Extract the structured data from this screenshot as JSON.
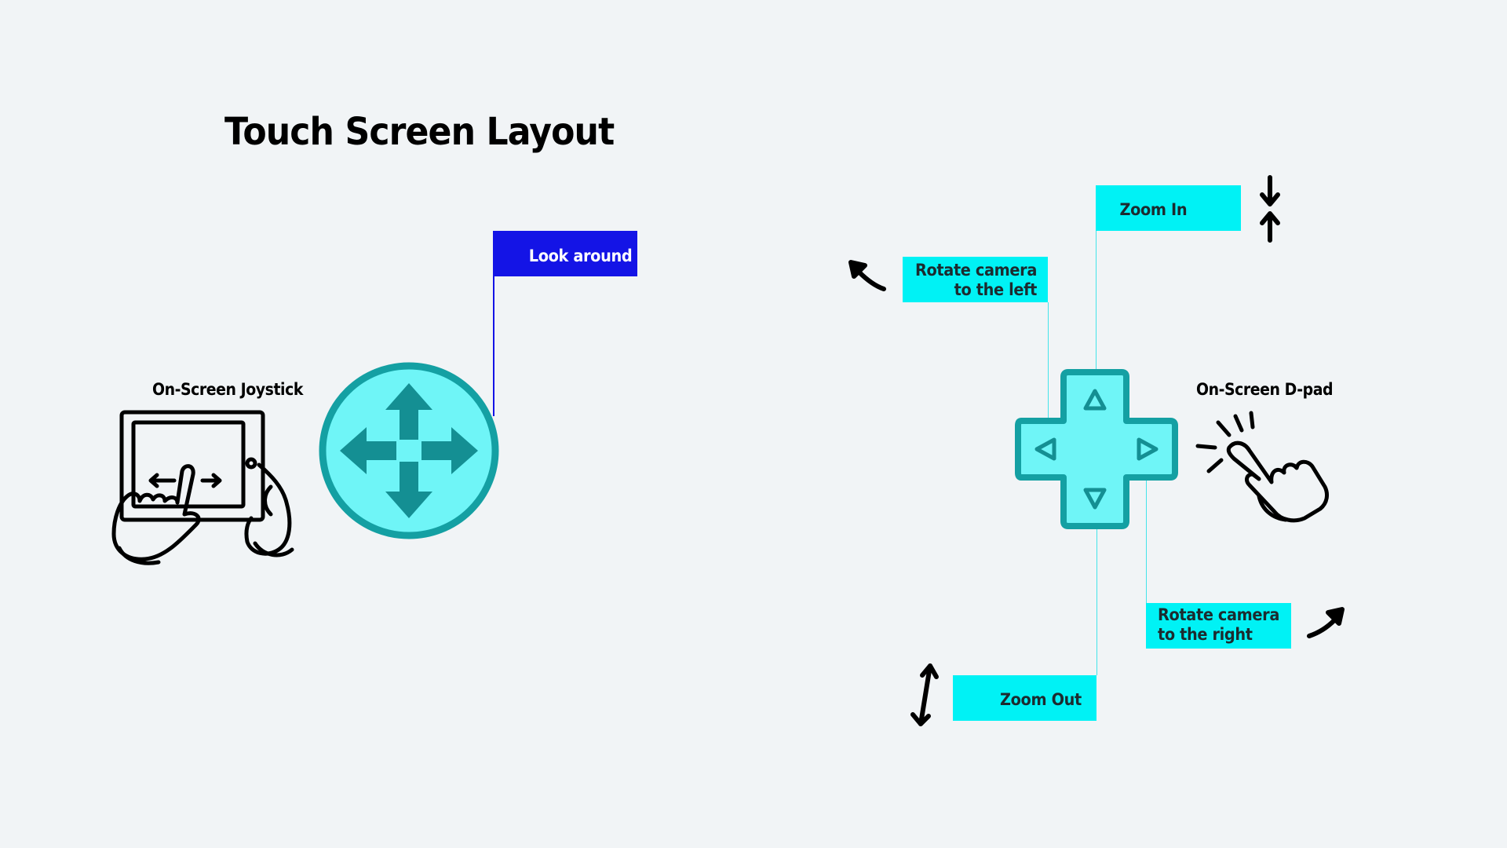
{
  "title": "Touch Screen Layout",
  "left_panel": {
    "caption": "On-Screen Joystick",
    "tag_label": "Look around",
    "tag_color": "#1414e6",
    "icons": [
      "tablet-hands-icon",
      "joystick-icon"
    ]
  },
  "right_panel": {
    "caption": "On-Screen D-pad",
    "tags": {
      "zoom_in": "Zoom In",
      "rotate_left_line1": "Rotate camera",
      "rotate_left_line2": "to the left",
      "rotate_right_line1": "Rotate camera",
      "rotate_right_line2": "to the right",
      "zoom_out": "Zoom Out"
    },
    "tag_color": "#00f2f5",
    "icons": [
      "dpad-icon",
      "tap-hand-icon",
      "pinch-arrows-icon",
      "curved-arrow-left-icon",
      "curved-arrow-right-icon",
      "stretch-arrows-icon"
    ]
  },
  "colors": {
    "background": "#f1f4f6",
    "joystick_fill": "#6ff5f7",
    "joystick_stroke": "#14a0a3"
  }
}
